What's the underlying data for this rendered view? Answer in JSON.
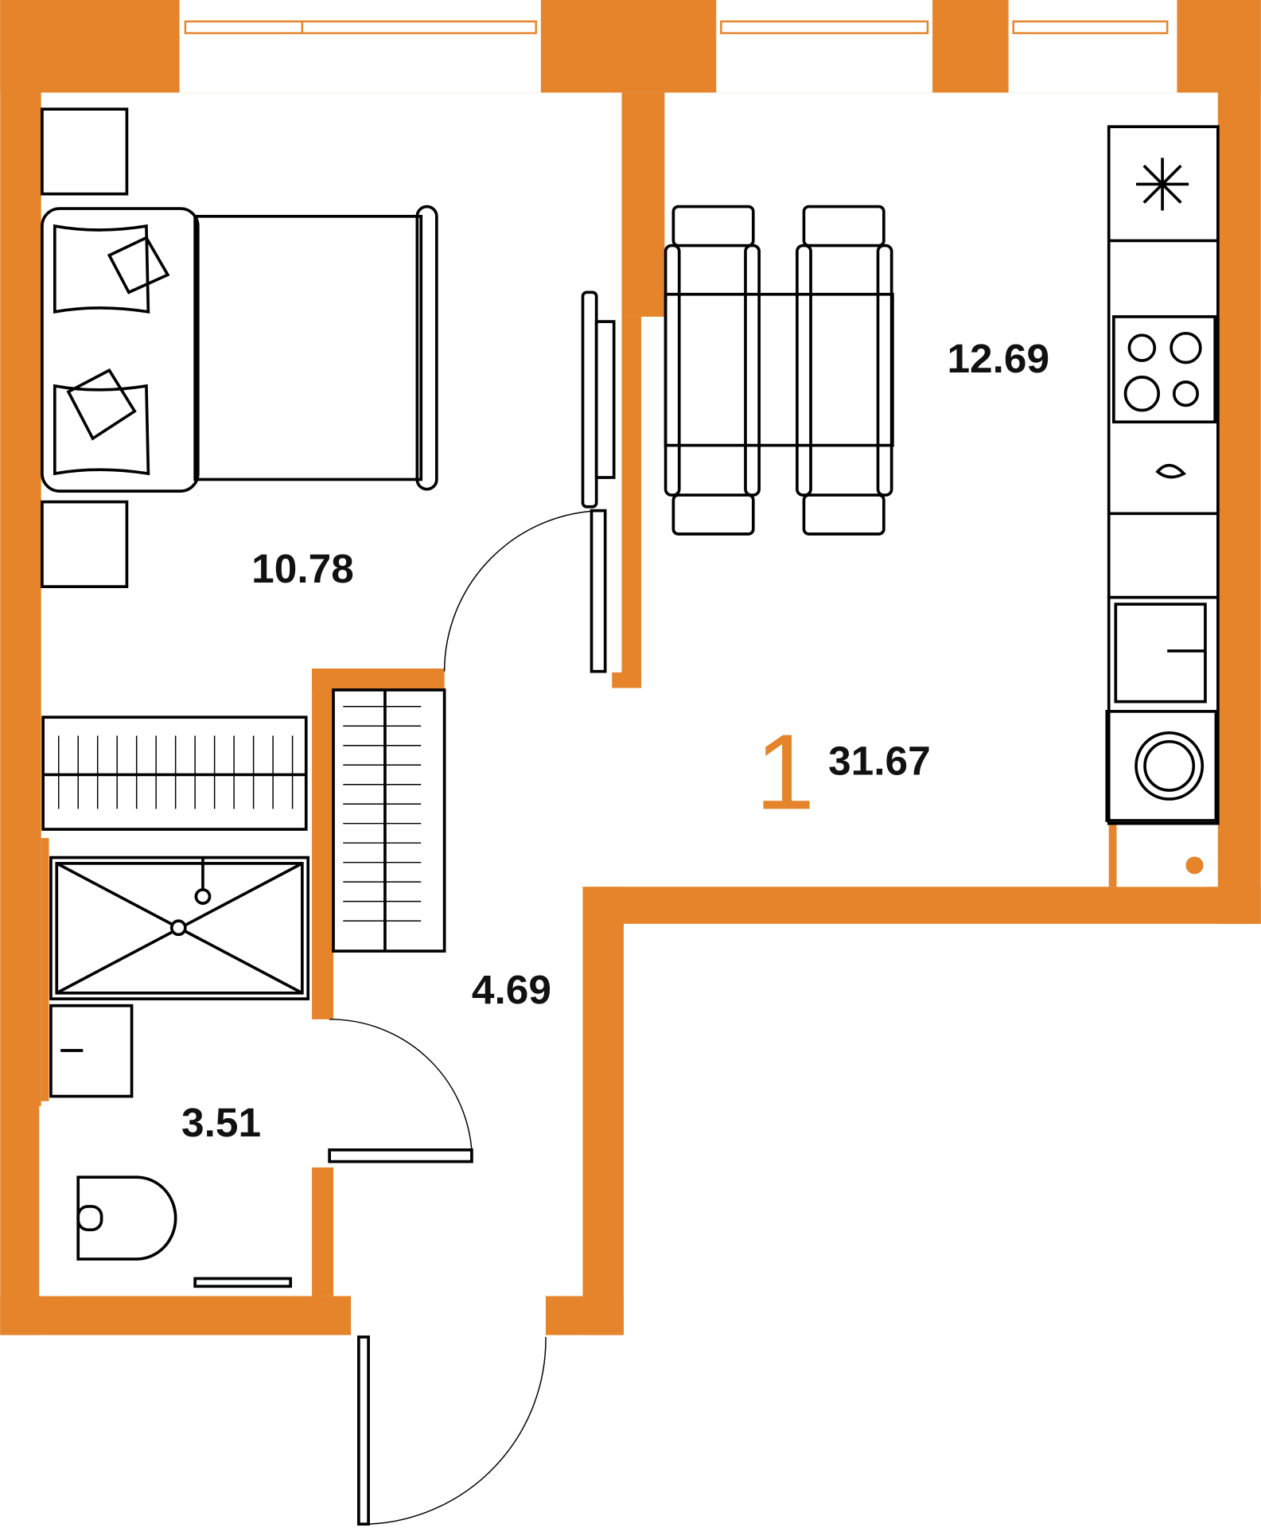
{
  "plan": {
    "room_count": "1",
    "total_area": "31.67",
    "rooms": [
      {
        "name": "bedroom",
        "area": "10.78"
      },
      {
        "name": "kitchen-living",
        "area": "12.69"
      },
      {
        "name": "hallway",
        "area": "4.69"
      },
      {
        "name": "bathroom",
        "area": "3.51"
      }
    ]
  },
  "colors": {
    "wall": "#E5842A",
    "furniture": "#000000"
  }
}
